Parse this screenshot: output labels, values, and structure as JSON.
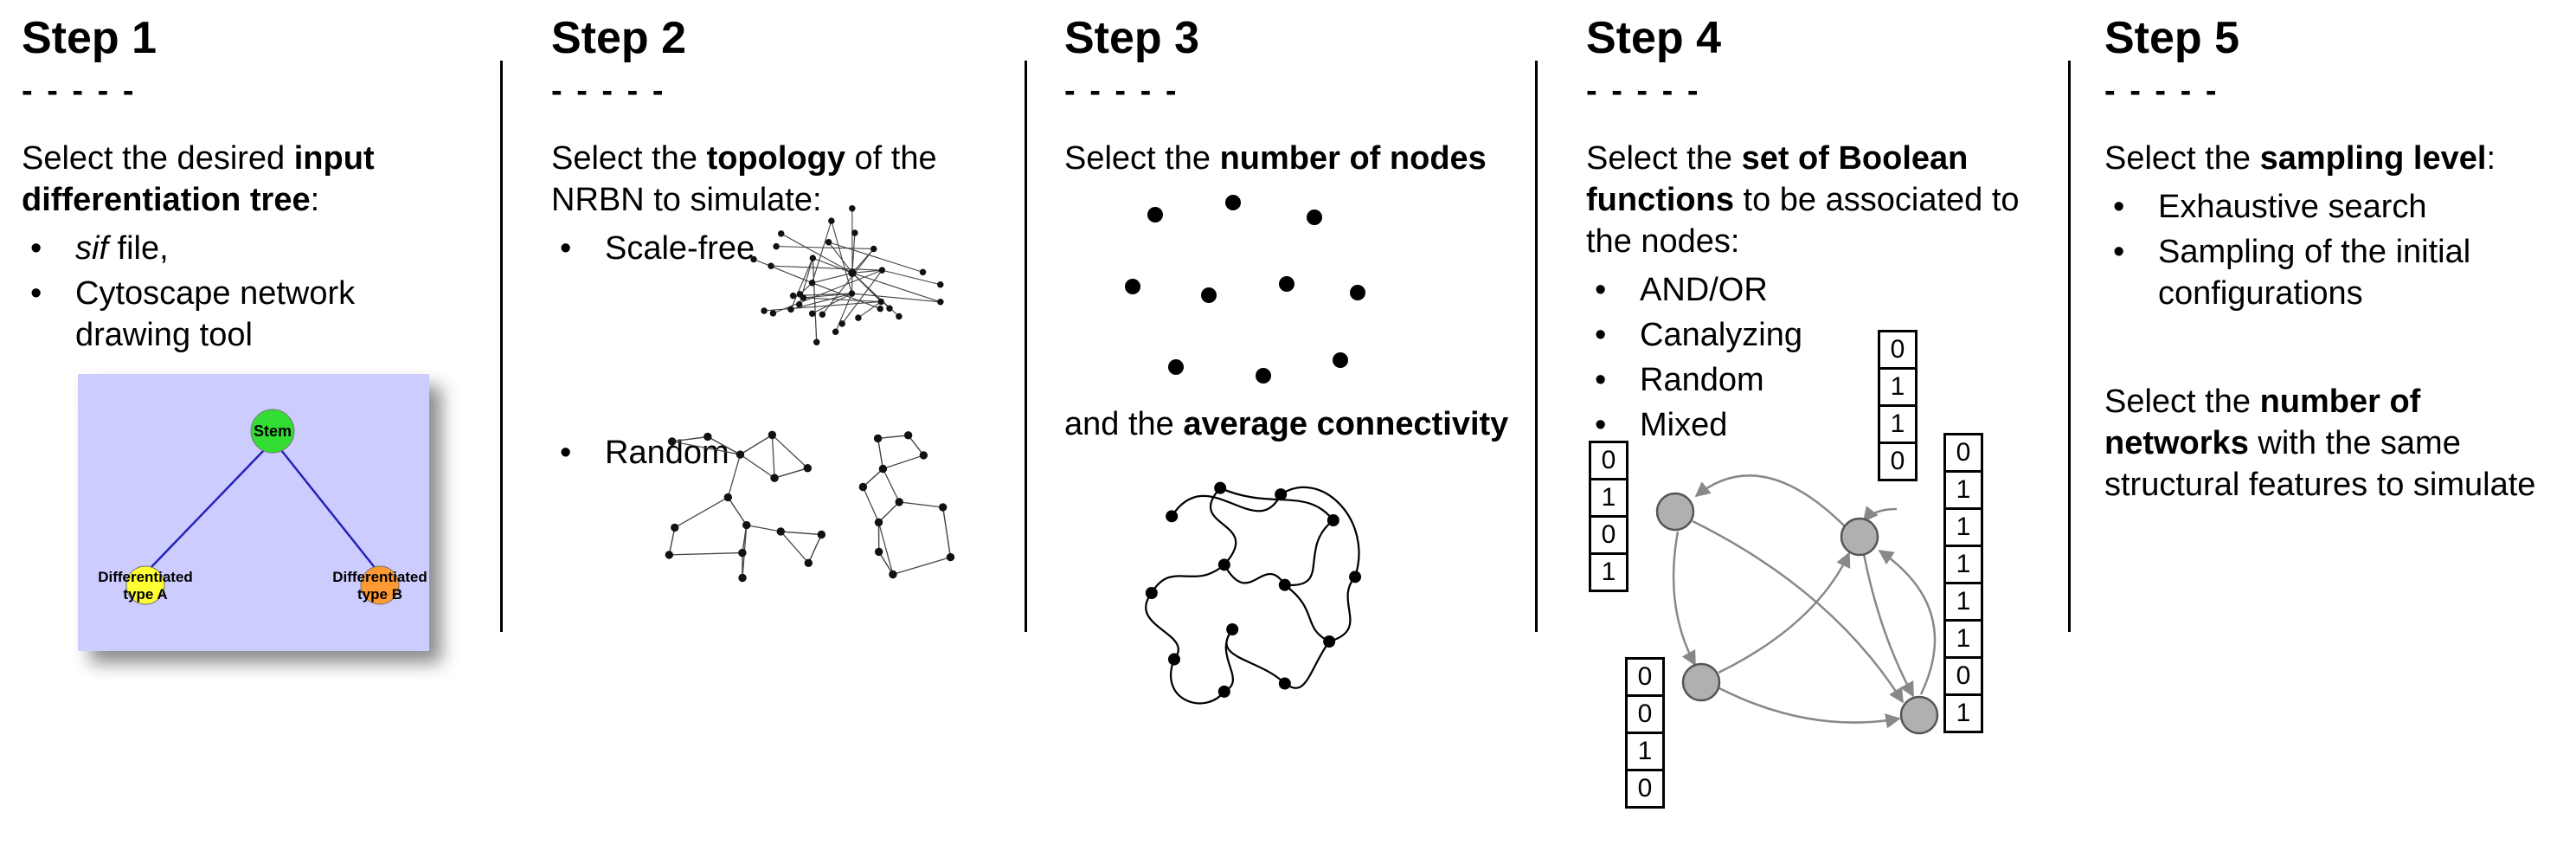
{
  "figure": {
    "steps": [
      {
        "title": "Step 1",
        "dashes": "- - - - -",
        "intro": {
          "pre": "Select the desired ",
          "bold": "input differentiation tree",
          "post": ":"
        },
        "bullets": [
          {
            "italic": "sif",
            "rest": " file,"
          },
          {
            "text": "Cytoscape network drawing tool"
          }
        ],
        "tree": {
          "stem_label": "Stem",
          "type_a_line1": "Differentiated",
          "type_a_line2": "type A",
          "type_b_line1": "Differentiated",
          "type_b_line2": "type B",
          "colors": {
            "background": "#ccccff",
            "stem": "#33dd33",
            "type_a": "#ffff33",
            "type_b": "#ff9933",
            "edge": "#2222bb"
          }
        }
      },
      {
        "title": "Step 2",
        "dashes": "- - - - -",
        "intro": {
          "pre": "Select the ",
          "bold": "topology",
          "post": " of the NRBN to simulate:"
        },
        "bullets": [
          {
            "text": "Scale-free"
          },
          {
            "text": "Random"
          }
        ]
      },
      {
        "title": "Step 3",
        "dashes": "- - - - -",
        "intro": {
          "pre": "Select the ",
          "bold": "number of nodes",
          "post": ""
        },
        "connectivity": {
          "pre": "and the ",
          "bold": "average connectivity",
          "post": ""
        }
      },
      {
        "title": "Step 4",
        "dashes": "- - - - -",
        "intro": {
          "pre": "Select the ",
          "bold": "set of Boolean functions",
          "post": " to be associated to the nodes:"
        },
        "bullets": [
          {
            "text": "AND/OR"
          },
          {
            "text": "Canalyzing"
          },
          {
            "text": "Random"
          },
          {
            "text": "Mixed"
          }
        ],
        "truth_tables": {
          "left": [
            "0",
            "1",
            "0",
            "1"
          ],
          "top": [
            "0",
            "1",
            "1",
            "0"
          ],
          "bottom": [
            "0",
            "0",
            "1",
            "0"
          ],
          "right": [
            "0",
            "1",
            "1",
            "1",
            "1",
            "1",
            "0",
            "1"
          ]
        },
        "network_colors": {
          "node_fill": "#b0b0b0",
          "edge": "#888888"
        }
      },
      {
        "title": "Step 5",
        "dashes": "- - - - -",
        "intro": {
          "pre": "Select the ",
          "bold": "sampling level",
          "post": ":"
        },
        "bullets": [
          {
            "text": "Exhaustive search"
          },
          {
            "text": "Sampling of the initial configurations"
          }
        ],
        "networks_text": {
          "l1_pre": "Select the ",
          "l1_bold": "number of",
          "l2_bold": "networks",
          "l2_rest": " with the same",
          "l3": "structural features to simulate"
        }
      }
    ]
  }
}
